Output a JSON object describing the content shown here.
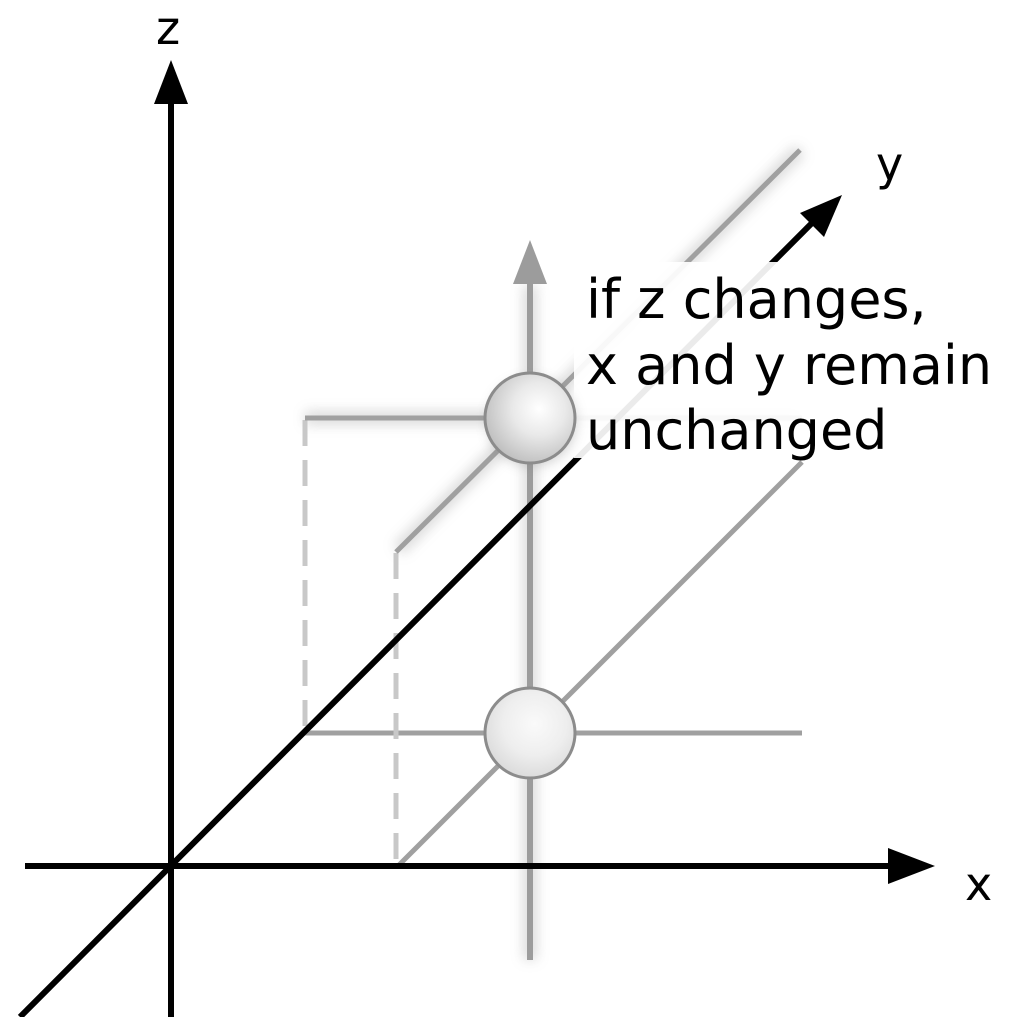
{
  "axes": {
    "x_label": "x",
    "y_label": "y",
    "z_label": "z"
  },
  "annotation": {
    "line1": "if z changes,",
    "line2": "x and y remain",
    "line3": "unchanged"
  },
  "colors": {
    "axis": "#000000",
    "guide": "#a0a0a0",
    "guide_faint": "#c8c8c8",
    "sphere": "#e6e6e6"
  }
}
